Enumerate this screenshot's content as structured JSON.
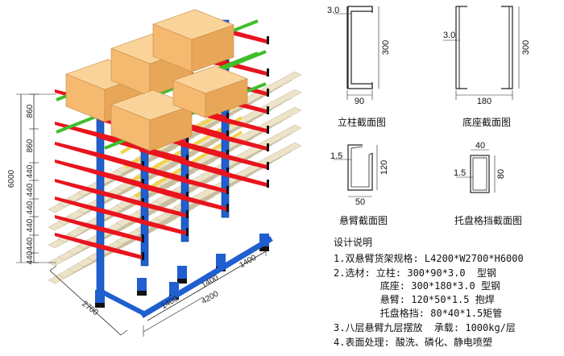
{
  "rack_drawing": {
    "total_height": "6000",
    "level_spacing": [
      "860",
      "860",
      "440",
      "440",
      "440",
      "440",
      "440",
      "440"
    ],
    "depth": "2700",
    "bays": [
      "1400",
      "1400",
      "1400"
    ],
    "total_length": "4200"
  },
  "sections": {
    "upright": {
      "thickness": "3.0",
      "height": "300",
      "width": "90",
      "caption": "立柱截面图"
    },
    "base": {
      "thickness": "3.0",
      "height": "300",
      "width": "180",
      "caption": "底座截面图"
    },
    "arm": {
      "thickness": "1.5",
      "height": "120",
      "width": "50",
      "caption": "悬臂截面图"
    },
    "stop": {
      "thickness": "1.5",
      "height": "80",
      "width": "40",
      "caption": "托盘格挡截面图"
    }
  },
  "notes": {
    "title": "设计说明",
    "lines": [
      "1.双悬臂货架规格: L4200*W2700*H6000",
      "2.选材: 立柱: 300*90*3.0  型钢",
      "        底座: 300*180*3.0 型钢",
      "        悬臂: 120*50*1.5 抱焊",
      "        托盘格挡: 80*40*1.5矩管",
      "3.八层悬臂九层摆放  承载: 1000kg/层",
      "4.表面处理: 酸洗、磷化、静电喷塑"
    ]
  },
  "colors": {
    "upright": "#1f5fcf",
    "arm": "#e8141e",
    "stop": "#3fbf2a",
    "box": "#f5b970",
    "pallet": "#ece3c9",
    "yellow_frame": "#f2d24a",
    "black": "#111111"
  }
}
